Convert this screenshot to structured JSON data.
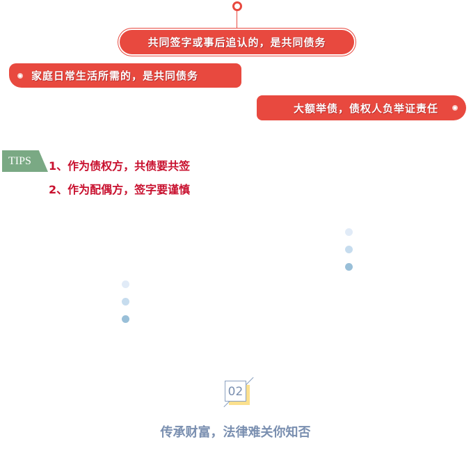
{
  "bubbles": [
    "共同签字或事后追认的，是共同债务",
    "家庭日常生活所需的，是共同债务",
    "大额举债，债权人负举证责任"
  ],
  "tips": {
    "label": "TIPS",
    "items": [
      "1、作为债权方，共债要共签",
      "2、作为配偶方，签字要谨慎"
    ]
  },
  "section": {
    "number": "02",
    "title": "传承财富，法律难关你知否"
  },
  "colors": {
    "red": "#e8493f",
    "tips_green": "#7aa984",
    "tip_text": "#c8102e",
    "title": "#7a8fb0"
  }
}
